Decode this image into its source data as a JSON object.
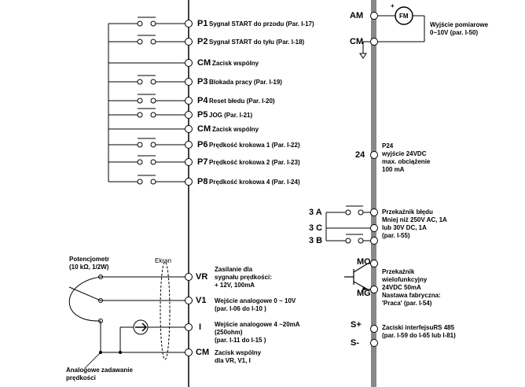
{
  "left_terminals": {
    "p1": {
      "name": "P1",
      "desc": "Sygnał START do przodu (Par. I-17)"
    },
    "p2": {
      "name": "P2",
      "desc": "Sygnał START do tyłu (Par. I-18)"
    },
    "cm1": {
      "name": "CM",
      "desc": "Zacisk wspólny"
    },
    "p3": {
      "name": "P3",
      "desc": "Blokada pracy (Par. I-19)"
    },
    "p4": {
      "name": "P4",
      "desc": "Reset błedu  (Par. I-20)"
    },
    "p5": {
      "name": "P5",
      "desc": "JOG (Par. I-21)"
    },
    "cm2": {
      "name": "CM",
      "desc": "Zacisk wspólny"
    },
    "p6": {
      "name": "P6",
      "desc": "Prędkość krokowa 1 (Par. I-22)"
    },
    "p7": {
      "name": "P7",
      "desc": "Prędkość krokowa 2 (Par. I-23)"
    },
    "p8": {
      "name": "P8",
      "desc": "Prędkość krokowa 4 (Par. I-24)"
    }
  },
  "analog": {
    "potentiometer": "Potencjometr\n(10 kΩ, 1/2W)",
    "screen": "Ekran",
    "speed_setting": "Analogowe zadawanie\nprędkości",
    "vr": {
      "name": "VR",
      "desc": "Zasilanie dla\nsygnału prędkości:\n+ 12V, 100mA"
    },
    "v1": {
      "name": "V1",
      "desc": "Wejście analogowe 0 ~ 10V\n(par. I-06 do I-10 )"
    },
    "i": {
      "name": "I",
      "desc": "Wejście analogowe 4 ~20mA\n(250ohm)\n(par. I-11 do I-15 )"
    },
    "cm": {
      "name": "CM",
      "desc": "Zacisk wspólny\ndla VR, V1, I"
    }
  },
  "right_terminals": {
    "am": {
      "name": "AM"
    },
    "fm": {
      "name": "FM"
    },
    "plus": "+",
    "meter_output": "Wyjście pomiarowe\n0~10V  (par. I-50)",
    "cm": {
      "name": "CM"
    },
    "p24": {
      "name": "24",
      "desc": "P24\nwyjście 24VDC\nmax. obciążenie\n100 mA"
    },
    "relay_3a": "3 A",
    "relay_3c": "3 C",
    "relay_3b": "3 B",
    "fault_relay": "Przekaźnik błędu\nMniej niż 250V AC, 1A\nlub 30V DC, 1A\n(par. I-55)",
    "mo": "MO",
    "mg": "MG",
    "multi_relay": "Przekaźnik\nwielofunkcyjny\n24VDC 50mA\nNastawa fabryczna:\n'Praca'  (par. I-54)",
    "s_plus": "S+",
    "s_minus": "S-",
    "rs485": "Zaciski interfejsuRS 485\n(par. I-59 do I-65 lub I-81)"
  }
}
